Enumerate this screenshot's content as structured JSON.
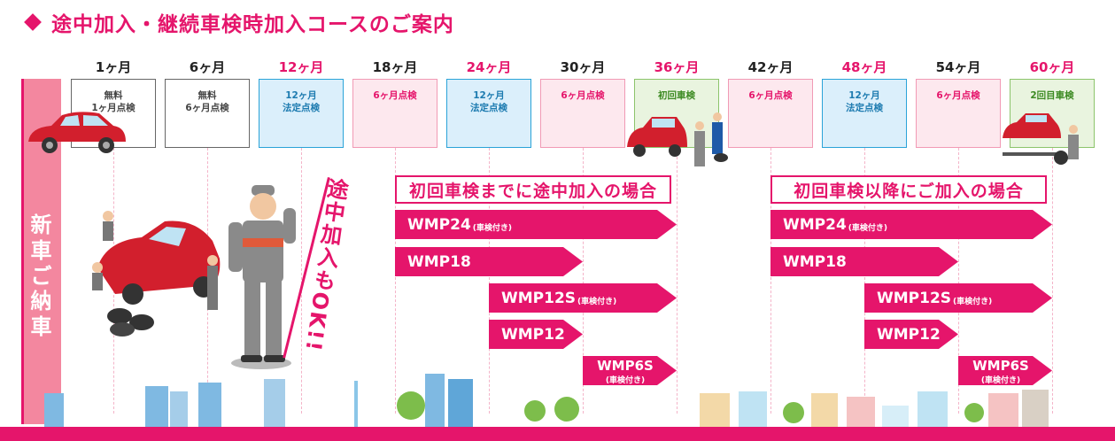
{
  "title": "途中加入・継続車検時加入コースのご案内",
  "months": [
    {
      "label": "1ヶ月",
      "box": [
        "無料",
        "1ヶ月点検"
      ],
      "style": "white"
    },
    {
      "label": "6ヶ月",
      "box": [
        "無料",
        "6ヶ月点検"
      ],
      "style": "white"
    },
    {
      "label": "12ヶ月",
      "box": [
        "12ヶ月",
        "法定点検"
      ],
      "style": "blue"
    },
    {
      "label": "18ヶ月",
      "box": [
        "6ヶ月点検"
      ],
      "style": "pink"
    },
    {
      "label": "24ヶ月",
      "box": [
        "12ヶ月",
        "法定点検"
      ],
      "style": "blue"
    },
    {
      "label": "30ヶ月",
      "box": [
        "6ヶ月点検"
      ],
      "style": "pink"
    },
    {
      "label": "36ヶ月",
      "box": [
        "初回車検"
      ],
      "style": "green"
    },
    {
      "label": "42ヶ月",
      "box": [
        "6ヶ月点検"
      ],
      "style": "pink"
    },
    {
      "label": "48ヶ月",
      "box": [
        "12ヶ月",
        "法定点検"
      ],
      "style": "blue"
    },
    {
      "label": "54ヶ月",
      "box": [
        "6ヶ月点検"
      ],
      "style": "pink"
    },
    {
      "label": "60ヶ月",
      "box": [
        "2回目車検"
      ],
      "style": "green"
    }
  ],
  "new_car_label": [
    "新",
    "車",
    "ご",
    "納",
    "車"
  ],
  "ok_text": "途中加入もOK!!",
  "section_left": {
    "header": "初回車検までに途中加入の場合",
    "plans": [
      {
        "name": "WMP24",
        "note": "(車検付き)"
      },
      {
        "name": "WMP18",
        "note": ""
      },
      {
        "name": "WMP12S",
        "note": "(車検付き)"
      },
      {
        "name": "WMP12",
        "note": ""
      },
      {
        "name": "WMP6S",
        "note": "(車検付き)"
      }
    ]
  },
  "section_right": {
    "header": "初回車検以降にご加入の場合",
    "plans": [
      {
        "name": "WMP24",
        "note": "(車検付き)"
      },
      {
        "name": "WMP18",
        "note": ""
      },
      {
        "name": "WMP12S",
        "note": "(車検付き)"
      },
      {
        "name": "WMP12",
        "note": ""
      },
      {
        "name": "WMP6S",
        "note": "(車検付き)"
      }
    ]
  },
  "colors": {
    "accent": "#e5156b",
    "blue": "#2aa3d8",
    "green": "#8cc46b"
  }
}
